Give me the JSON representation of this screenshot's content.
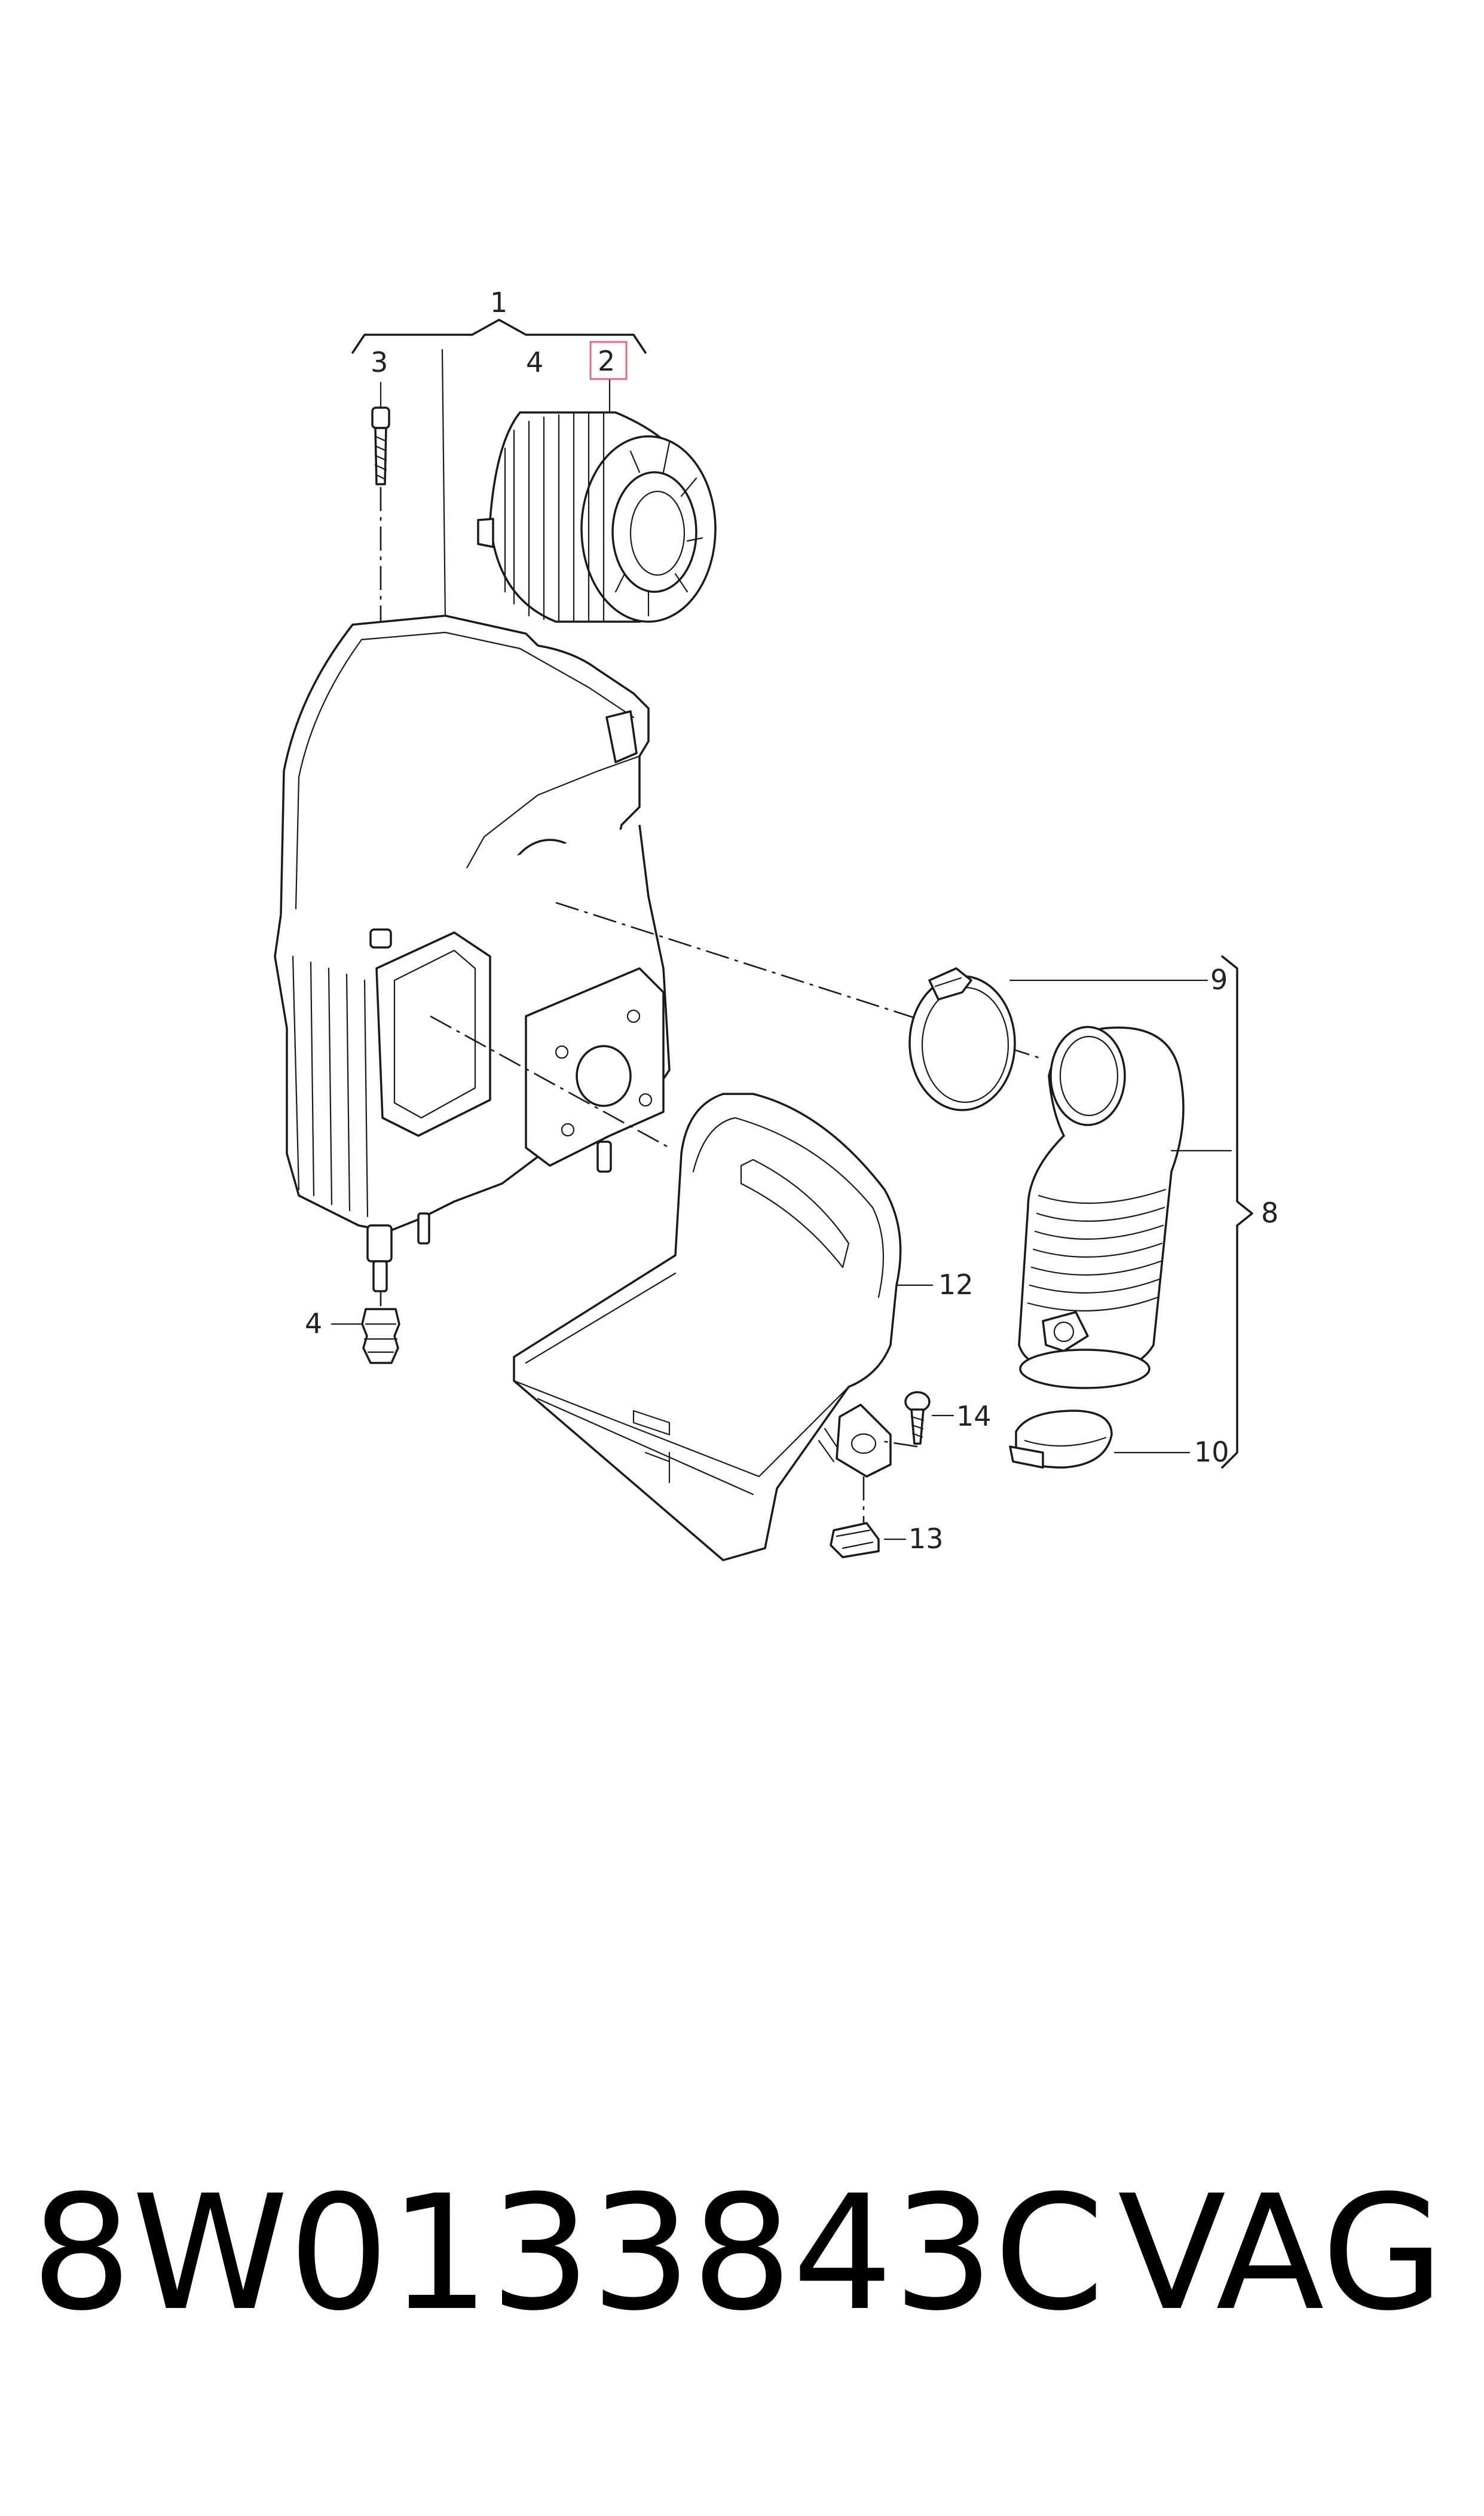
{
  "callouts": {
    "c1": "1",
    "c2": "2",
    "c3": "3",
    "c4_top": "4",
    "c4_left": "4",
    "c8": "8",
    "c9": "9",
    "c10": "10",
    "c12": "12",
    "c13": "13",
    "c14": "14"
  },
  "highlight_color": "#e36a7a",
  "footer": {
    "part_number": "8W0133843C",
    "brand": "VAG"
  }
}
